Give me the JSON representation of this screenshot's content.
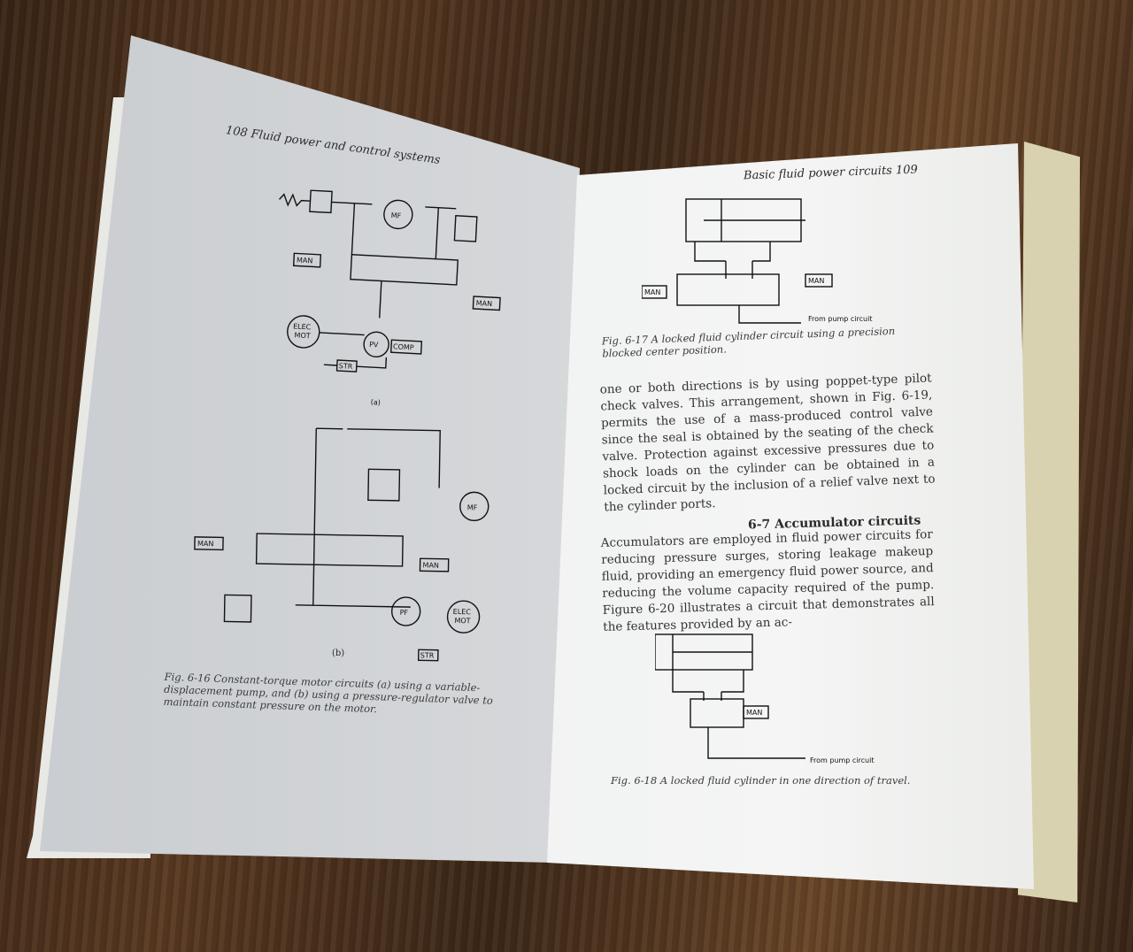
{
  "left_page": {
    "header": "108   Fluid power and control systems",
    "fig_a_label": "(a)",
    "fig_b_label": "(b)",
    "diagram_labels": {
      "man": "MAN",
      "mf": "MF",
      "elec": "ELEC",
      "mot": "MOT",
      "pv": "PV",
      "comp": "COMP",
      "str": "STR",
      "pf": "PF"
    },
    "caption": "Fig. 6-16 Constant-torque motor circuits (a) using a variable-displacement pump, and (b) using a pressure-regulator valve to maintain constant pressure on the motor."
  },
  "right_page": {
    "header": "Basic fluid power circuits   109",
    "diagram_labels": {
      "man": "MAN",
      "from_pump": "From pump circuit"
    },
    "fig17_caption": "Fig. 6-17 A locked fluid cylinder circuit using a precision blocked center position.",
    "paragraph1": "one or both directions is by using poppet-type pilot check valves. This arrangement, shown in Fig. 6-19, permits the use of a mass-produced control valve since the seal is obtained by the seating of the check valve. Protection against excessive pressures due to shock loads on the cylinder can be obtained in a locked circuit by the inclusion of a relief valve next to the cylinder ports.",
    "section_heading": "6-7 Accumulator circuits",
    "paragraph2": "Accumulators are employed in fluid power circuits for reducing pressure surges, storing leakage makeup fluid, providing an emergency fluid power source, and reducing the volume capacity required of the pump. Figure 6-20 illustrates a circuit that demonstrates all the features provided by an ac-",
    "fig18_caption": "Fig. 6-18 A locked fluid cylinder in one direction of travel."
  }
}
